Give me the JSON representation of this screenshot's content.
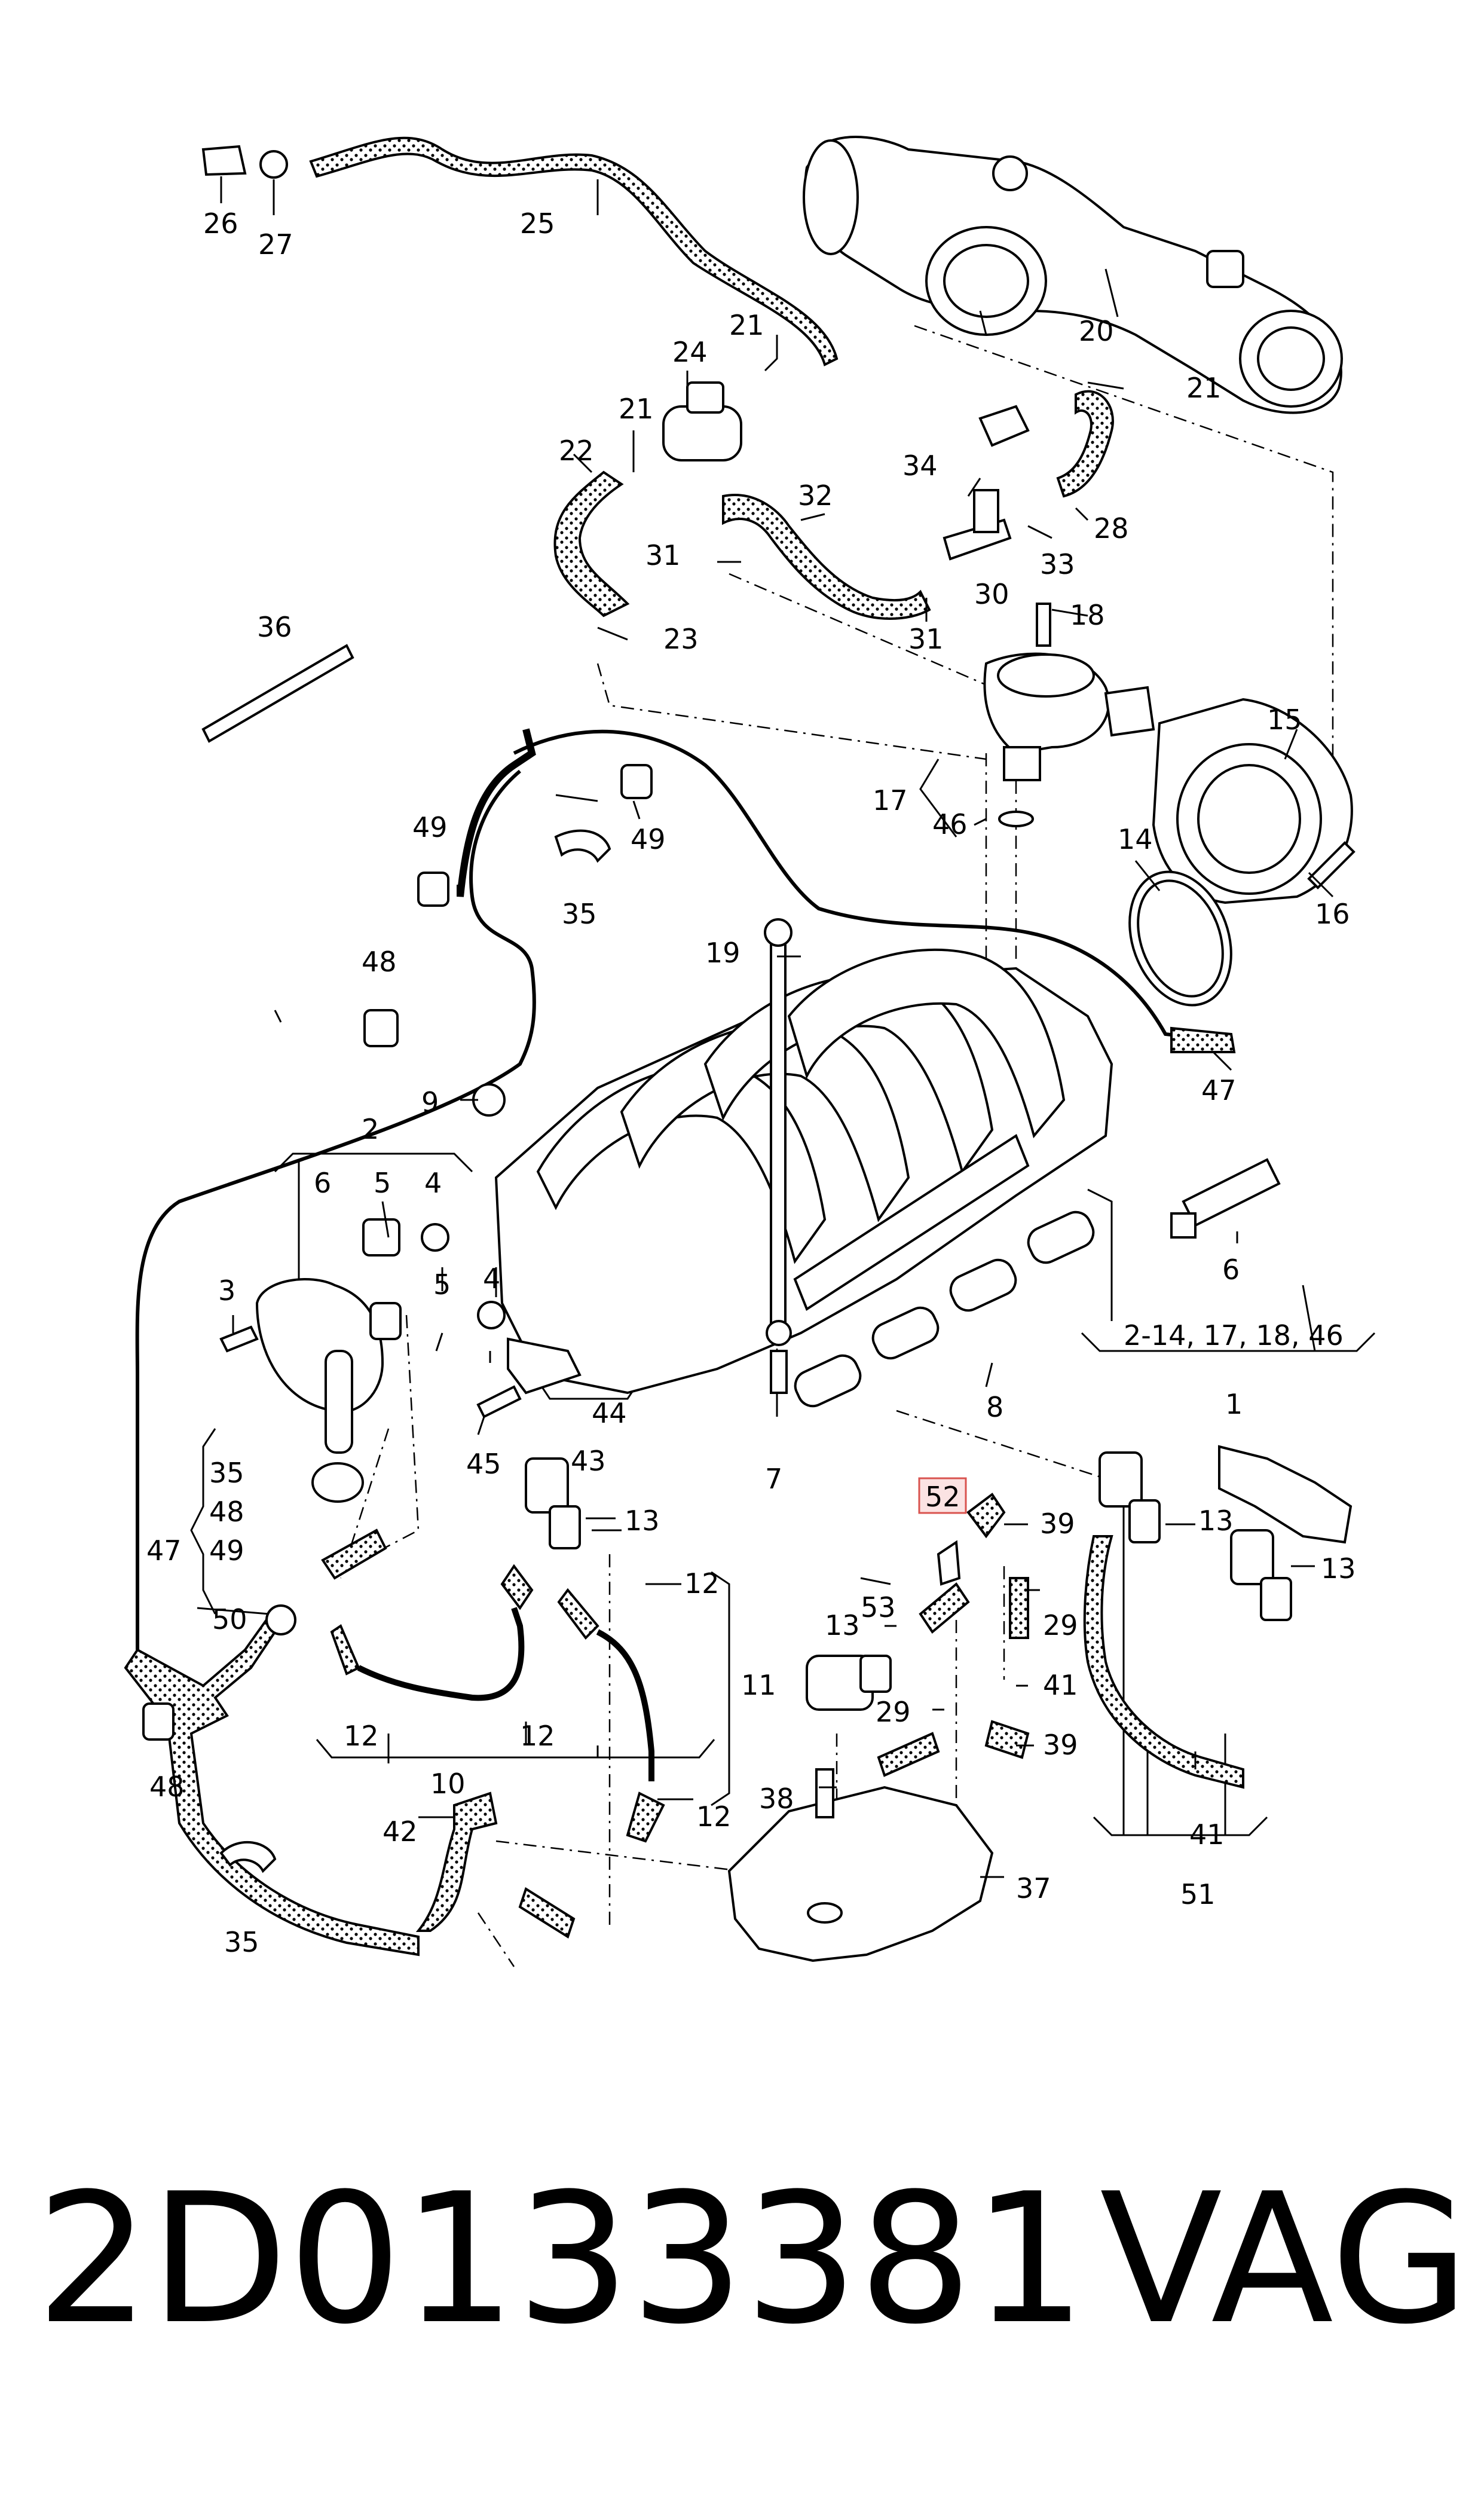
{
  "caption": {
    "part_number": "2D0133381",
    "brand": "VAG"
  },
  "diagram": {
    "highlighted_callout": "52",
    "callouts": {
      "c1": "1",
      "c2": "2",
      "c3": "3",
      "c4a": "4",
      "c4b": "4",
      "c5a": "5",
      "c5b": "5",
      "c6a": "6",
      "c6b": "6",
      "c7": "7",
      "c8": "8",
      "c9": "9",
      "c10": "10",
      "c11": "11",
      "c12a": "12",
      "c12b": "12",
      "c12c": "12",
      "c12d": "12",
      "c13a": "13",
      "c13b": "13",
      "c13c": "13",
      "c13d": "13",
      "c14": "14",
      "c15": "15",
      "c16": "16",
      "c17": "17",
      "c18": "18",
      "c19": "19",
      "c20": "20",
      "c21a": "21",
      "c21b": "21",
      "c21c": "21",
      "c22": "22",
      "c23": "23",
      "c24": "24",
      "c25": "25",
      "c26": "26",
      "c27": "27",
      "c28": "28",
      "c29a": "29",
      "c29b": "29",
      "c30": "30",
      "c31a": "31",
      "c31b": "31",
      "c32": "32",
      "c33": "33",
      "c34": "34",
      "c35a": "35",
      "c35b": "35",
      "c35c": "35",
      "c36": "36",
      "c37": "37",
      "c38": "38",
      "c39a": "39",
      "c39b": "39",
      "c41a": "41",
      "c41b": "41",
      "c42": "42",
      "c43": "43",
      "c44": "44",
      "c45": "45",
      "c46": "46",
      "c47a": "47",
      "c47b": "47",
      "c48a": "48",
      "c48b": "48",
      "c48c": "48",
      "c49a": "49",
      "c49b": "49",
      "c49c": "49",
      "c50": "50",
      "c51": "51",
      "c52": "52",
      "c53": "53",
      "range_label": "2-14, 17, 18, 46"
    }
  }
}
